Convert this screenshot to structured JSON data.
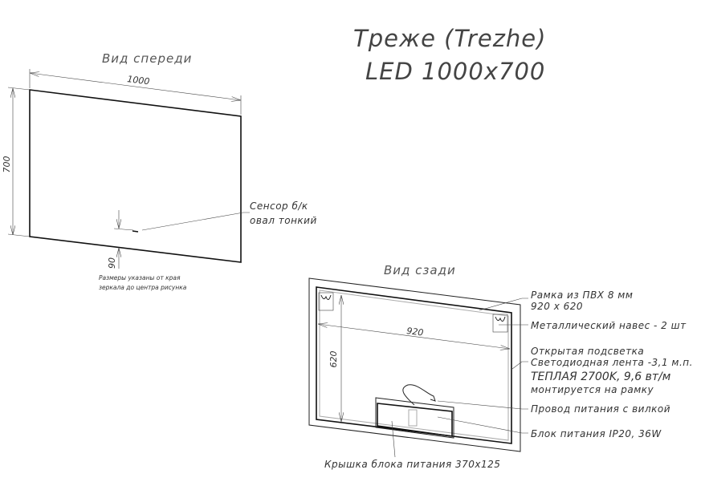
{
  "title": {
    "line1": "Треже (Trezhe)",
    "line2": "LED 1000x700"
  },
  "front_view": {
    "heading": "Вид спереди",
    "width_dim": "1000",
    "height_dim": "700",
    "sensor_offset_dim": "90",
    "sensor_label_line1": "Сенсор б/к",
    "sensor_label_line2": "овал тонкий",
    "note_line1": "Размеры указаны от края",
    "note_line2": "зеркала до центра рисунка"
  },
  "back_view": {
    "heading": "Вид сзади",
    "width_dim": "920",
    "height_dim": "620",
    "callouts": {
      "frame_line1": "Рамка из ПВХ 8 мм",
      "frame_line2": "920 x 620",
      "hanger": "Металлический навес - 2 шт",
      "light_line1": "Открытая подсветка",
      "light_line2": "Светодиодная лента -3,1 м.п.",
      "light_line3": "ТЕПЛАЯ 2700K, 9,6 вт/м",
      "light_line4": "монтируется на рамку",
      "cable": "Провод питания с вилкой",
      "psu": "Блок питания IP20, 36W",
      "psu_cover": "Крышка блока питания 370x125"
    }
  }
}
